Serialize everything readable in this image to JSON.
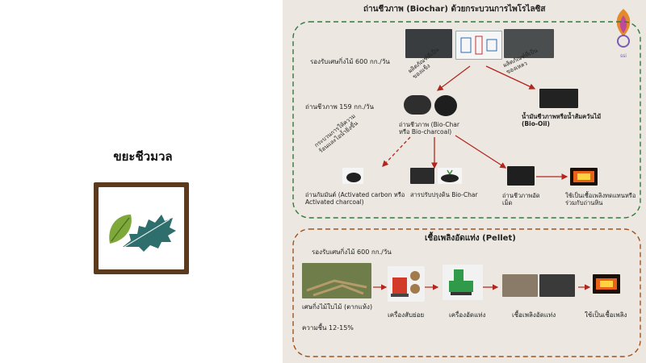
{
  "left": {
    "title": "ขยะชีวมวล"
  },
  "biochar": {
    "title": "ถ่านชีวภาพ (Biochar) ด้วยกระบวนการไพโรไลซิส",
    "capacity": "รองรับเศษกิ่งไม้ 600 กก./วัน",
    "charcoal_out": "ถ่านชีวภาพ 159 กก./วัน",
    "product_char_label": "ผลิตภัณฑ์ที่เป็นของแข็ง",
    "product_liquid_label": "ผลิตภัณฑ์ที่เป็นของเหลว",
    "biochar_node": "ถ่านชีวภาพ (Bio-Char หรือ Bio-charcoal)",
    "bio_oil": "น้ำมันชีวภาพหรือน้ำส้มควันไม้ (Bio-Oil)",
    "activation_label": "กระบวนการให้ความร้อนและไอน้ำยิ่งขึ้น",
    "activated_carbon": "ถ่านกัมมันต์ (Activated carbon หรือ Activated charcoal)",
    "soil_amendment": "สารปรับปรุงดิน Bio-Char",
    "pellet_char": "ถ่านชีวภาพอัดเม็ด",
    "fuel_use": "ใช้เป็นเชื้อเพลิงทดแทนหรือร่วมกับถ่านหิน"
  },
  "pellet": {
    "title": "เชื้อเพลิงอัดแท่ง (Pellet)",
    "capacity": "รองรับเศษกิ่งไม้ 600 กก./วัน",
    "feedstock": "เศษกิ่งไม้ใบไม้ (ตากแห้ง)",
    "moisture": "ความชื้น 12-15%",
    "shredder": "เครื่องสับย่อย",
    "press": "เครื่องอัดแท่ง",
    "pellet_product": "เชื้อเพลิงอัดแท่ง",
    "use": "ใช้เป็นเชื้อเพลิง"
  },
  "colors": {
    "panel_bg": "#ece8e1",
    "biochar_border": "#2f7a3e",
    "pellet_border": "#a0531f",
    "arrow": "#b3261e",
    "frame": "#5b3a1e",
    "leaf_green": "#7fa83a",
    "leaf_teal": "#2e6e6c"
  }
}
